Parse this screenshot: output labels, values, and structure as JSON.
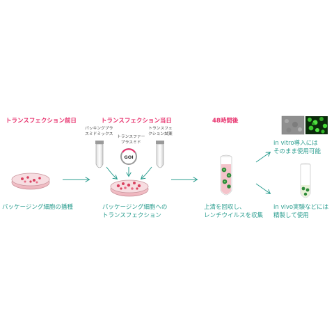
{
  "headers": {
    "day_before": "トランスフェクション前日",
    "day_of": "トランスフェクション当日",
    "after_48h": "48時間後"
  },
  "labels": {
    "packaging_mix": [
      "パッキングプラ",
      "スミドミックス"
    ],
    "transfer_plasmid": [
      "トランスファー",
      "プラスミド"
    ],
    "transfection_reagent": [
      "トランスフェ",
      "クション試薬"
    ],
    "goi": "GOI"
  },
  "captions": {
    "seeding": "パッケージング細胞の播種",
    "transfection": [
      "パッケージング細胞への",
      "トランスフェクション"
    ],
    "collect": [
      "上清を回収し、",
      "レンチウイルスを収集"
    ],
    "in_vitro": [
      "in vitro導入には",
      "そのまま使用可能"
    ],
    "in_vivo": [
      "in vivo実験などには",
      "精製して使用"
    ]
  },
  "colors": {
    "header_pink": "#e8336e",
    "teal": "#2a9d8f",
    "dish_pink": "#f3c1c8",
    "cell_red": "#d9405f",
    "virus_green": "#2e8b3a"
  }
}
